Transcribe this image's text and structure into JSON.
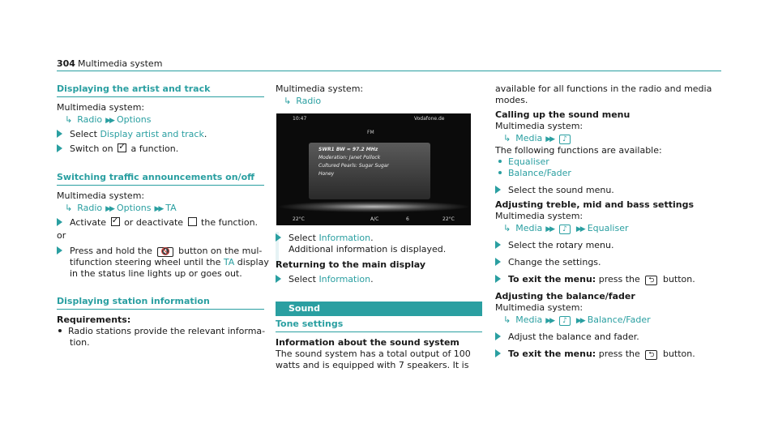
{
  "page": {
    "number": "304",
    "section": "Multimedia system"
  },
  "col1": {
    "h1": "Displaying the artist and track",
    "l1": "Multimedia system:",
    "l2a": "Radio",
    "l2b": "Options",
    "s1a": "Select ",
    "s1b": "Display artist and track",
    "s1c": ".",
    "s2a": "Switch on ",
    "s2b": " a function.",
    "h2": "Switching traffic announcements on/off",
    "l3": "Multimedia system:",
    "l4a": "Radio",
    "l4b": "Options",
    "l4c": "TA",
    "s3a": "Activate ",
    "s3b": " or deactivate ",
    "s3c": " the function.",
    "or": "or",
    "s4a": "Press and hold the ",
    "s4key": "🔇",
    "s4b": " button on the mul-",
    "s4c": "tifunction steering wheel until the ",
    "s4d": "TA",
    "s4e": " display",
    "s4f": "in the status line lights up or goes out.",
    "h3": "Displaying station information",
    "req": "Requirements:",
    "r1": "Radio stations provide the relevant informa-",
    "r2": "tion."
  },
  "col2": {
    "l1": "Multimedia system:",
    "l2": "Radio",
    "screen": {
      "time": "10:47",
      "operator": "Vodafone.de",
      "band": "FM",
      "p1": "SWR1 BW ≈ 97.2 MHz",
      "p2": "Moderation: Janet Pollock",
      "p3": "Cultured Pearls: Sugar Sugar",
      "p4": "Honey",
      "b1": "22°C",
      "b2": "A/C",
      "b3": "6",
      "b4": "22°C"
    },
    "s1a": "Select ",
    "s1b": "Information",
    "s1c": ".",
    "s1d": "Additional information is displayed.",
    "h1": "Returning to the main display",
    "s2a": "Select ",
    "s2b": "Information",
    "s2c": ".",
    "bar": "Sound",
    "h2": "Tone settings",
    "h3": "Information about the sound system",
    "p1": "The sound system has a total output of 100",
    "p2": "watts and is equipped with 7 speakers. It is"
  },
  "col3": {
    "p1": "available for all functions in the radio and media",
    "p2": "modes.",
    "h1": "Calling up the sound menu",
    "l1": "Multimedia system:",
    "l2a": "Media",
    "note": "♪",
    "p3": "The following functions are available:",
    "b1": "Equaliser",
    "b2": "Balance/Fader",
    "s1": "Select the sound menu.",
    "h2": "Adjusting treble, mid and bass settings",
    "l3": "Multimedia system:",
    "l4a": "Media",
    "l4c": "Equaliser",
    "s2": "Select the rotary menu.",
    "s3": "Change the settings.",
    "s4a": "To exit the menu:",
    "s4b": " press the ",
    "s4c": " button.",
    "back": "⮌",
    "h3": "Adjusting the balance/fader",
    "l5": "Multimedia system:",
    "l6a": "Media",
    "l6c": "Balance/Fader",
    "s5": "Adjust the balance and fader.",
    "s6a": "To exit the menu:",
    "s6b": " press the ",
    "s6c": " button."
  }
}
